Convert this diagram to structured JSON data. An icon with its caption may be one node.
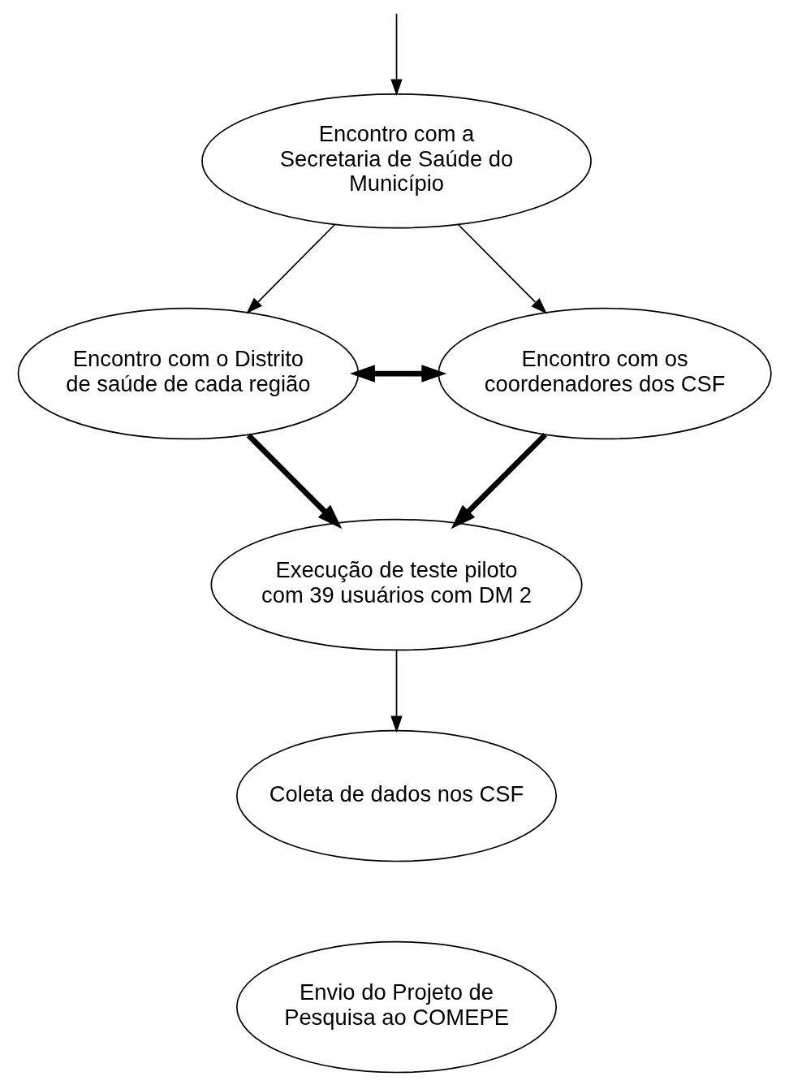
{
  "diagram": {
    "nodes": [
      {
        "text": [
          "Encontro com a Secretaria de Saúde do Município"
        ]
      },
      {
        "text": [
          "Encontro com o Distrito de saúde de cada região"
        ]
      },
      {
        "text": [
          "Encontro com os coordenadores dos CSF"
        ]
      },
      {
        "text": [
          "Execução de teste piloto com 39 usuários com DM 2"
        ]
      },
      {
        "text": [
          "Coleta de dados nos CSF"
        ]
      },
      {
        "text": [
          "Envio do Projeto de Pesquisa ao COMEPE"
        ]
      }
    ],
    "edges": [
      {
        "from": null,
        "to": 0,
        "arrow": "to"
      },
      {
        "from": 0,
        "to": 1,
        "arrow": "to"
      },
      {
        "from": 0,
        "to": 2,
        "arrow": "to"
      },
      {
        "from": 1,
        "to": 2,
        "arrow": "both",
        "style": "thick"
      },
      {
        "from": 1,
        "to": 3,
        "arrow": "to",
        "style": "thick"
      },
      {
        "from": 2,
        "to": 3,
        "arrow": "to",
        "style": "thick"
      },
      {
        "from": 3,
        "to": 4,
        "arrow": "to"
      }
    ]
  }
}
